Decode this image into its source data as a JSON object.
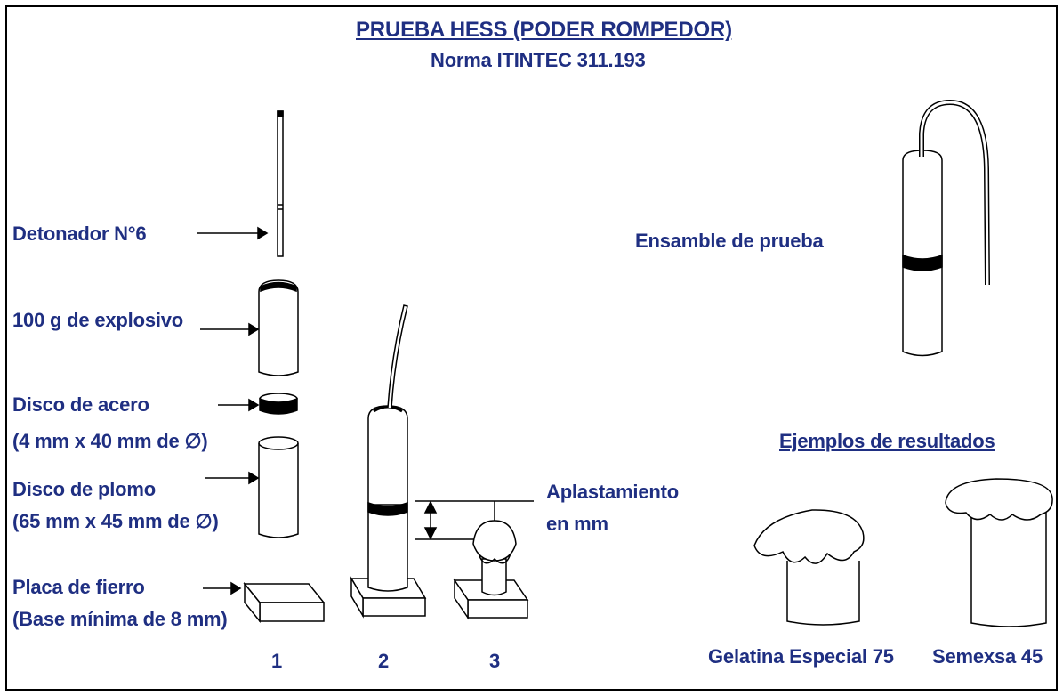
{
  "title": "PRUEBA HESS (PODER ROMPEDOR)",
  "subtitle": "Norma ITINTEC 311.193",
  "components": {
    "detonator": "Detonador N°6",
    "explosive": "100 g de explosivo",
    "steel_disc_line1": "Disco de acero",
    "steel_disc_line2": "(4 mm x 40 mm de ∅)",
    "lead_disc_line1": "Disco de plomo",
    "lead_disc_line2": "(65 mm x 45 mm de ∅)",
    "iron_plate_line1": "Placa de fierro",
    "iron_plate_line2": "(Base mínima de 8 mm)"
  },
  "steps": [
    "1",
    "2",
    "3"
  ],
  "crush_label_line1": "Aplastamiento",
  "crush_label_line2": "en mm",
  "assembly_label": "Ensamble de prueba",
  "results": {
    "heading": "Ejemplos de resultados",
    "examples": [
      "Gelatina Especial 75",
      "Semexsa 45"
    ]
  },
  "colors": {
    "text": "#1f2f82",
    "lines": "#000000"
  }
}
